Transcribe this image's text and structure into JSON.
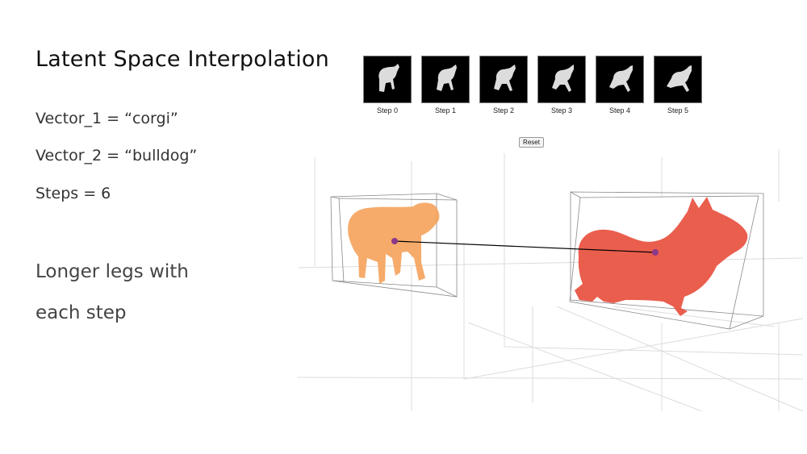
{
  "slide": {
    "title": "Latent Space Interpolation",
    "vector_1": "Vector_1 = “corgi”",
    "vector_2": "Vector_2 = “bulldog”",
    "steps": "Steps = 6",
    "note_line_1": "Longer legs with",
    "note_line_2": "each step"
  },
  "thumbnails": [
    {
      "label": "Step 0"
    },
    {
      "label": "Step 1"
    },
    {
      "label": "Step 2"
    },
    {
      "label": "Step 3"
    },
    {
      "label": "Step 4"
    },
    {
      "label": "Step 5"
    }
  ],
  "controls": {
    "reset_label": "Reset"
  },
  "colors": {
    "corgi_mesh": "#f5a25b",
    "bulldog_mesh": "#e8503f",
    "centroid_dot": "#8b3a8a",
    "grid_line": "#d9d9d9",
    "bbox_line": "#888888",
    "thumb_bg": "#000000",
    "thumb_mesh": "#dcdcdc"
  }
}
